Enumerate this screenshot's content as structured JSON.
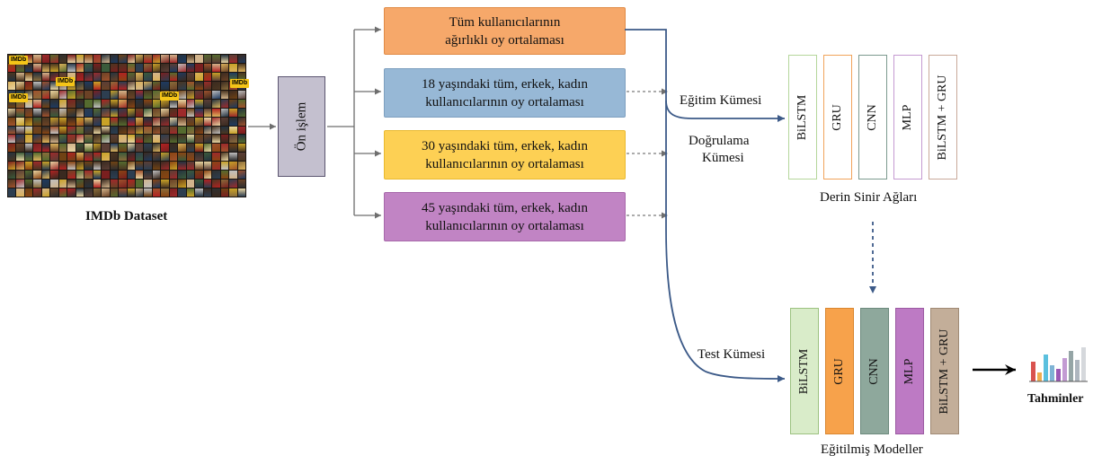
{
  "dataset": {
    "label": "IMDb Dataset",
    "badge": "IMDb"
  },
  "preprocess": {
    "label": "Ön işlem"
  },
  "categories": [
    {
      "lines": [
        "Tüm kullanıcılarının",
        "ağırlıklı oy ortalaması"
      ],
      "color": "#f6a86a",
      "border": "#e18a44"
    },
    {
      "lines": [
        "18 yaşındaki tüm, erkek, kadın",
        "kullanıcılarının oy ortalaması"
      ],
      "color": "#97b8d6",
      "border": "#7d9fbf"
    },
    {
      "lines": [
        "30 yaşındaki tüm, erkek, kadın",
        "kullanıcılarının oy ortalaması"
      ],
      "color": "#fdd054",
      "border": "#e9b92f"
    },
    {
      "lines": [
        "45 yaşındaki tüm, erkek, kadın",
        "kullanıcılarının oy ortalaması"
      ],
      "color": "#c184c4",
      "border": "#a768aa"
    }
  ],
  "sets": {
    "train": "Eğitim Kümesi",
    "validation_line1": "Doğrulama",
    "validation_line2": "Kümesi",
    "test": "Test Kümesi"
  },
  "dnn": {
    "caption": "Derin Sinir Ağları",
    "models": [
      {
        "name": "BiLSTM",
        "border": "#b5d69b"
      },
      {
        "name": "GRU",
        "border": "#f0a35a"
      },
      {
        "name": "CNN",
        "border": "#7c9a8f"
      },
      {
        "name": "MLP",
        "border": "#c59ad1"
      },
      {
        "name": "BiLSTM + GRU",
        "border": "#c9a99a"
      }
    ]
  },
  "trained": {
    "caption": "Eğitilmiş Modeller",
    "models": [
      {
        "name": "BiLSTM",
        "fill": "#d9ecc9",
        "border": "#9cc280"
      },
      {
        "name": "GRU",
        "fill": "#f7a24b",
        "border": "#d9862f"
      },
      {
        "name": "CNN",
        "fill": "#8ea89c",
        "border": "#6d8a7d"
      },
      {
        "name": "MLP",
        "fill": "#bd7ac4",
        "border": "#9b5aa2"
      },
      {
        "name": "BiLSTM + GRU",
        "fill": "#c3ae99",
        "border": "#a08a75"
      }
    ]
  },
  "output": {
    "label": "Tahminler",
    "bar_heights": [
      0.55,
      0.25,
      0.75,
      0.45,
      0.35,
      0.65,
      0.85,
      0.6,
      0.95
    ],
    "bar_colors": [
      "#d9534f",
      "#f0ad4e",
      "#5bc0de",
      "#7fb3d5",
      "#9b59b6",
      "#c39bd3",
      "#95a5a6",
      "#aeb6bf",
      "#d5d8dc"
    ]
  },
  "palette": {
    "arrow_gray": "#6e6e6e",
    "flow_blue": "#3c5a88",
    "dash_gray": "#7a7a7a"
  }
}
